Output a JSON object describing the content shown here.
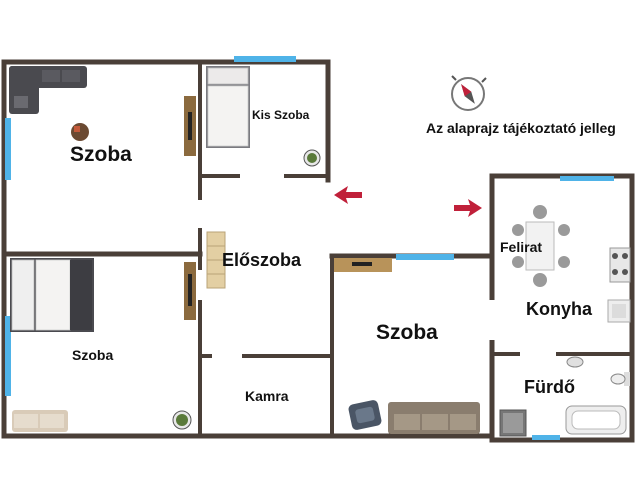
{
  "rooms": {
    "szoba_top_left": "Szoba",
    "kis_szoba": "Kis Szoba",
    "eloszoba": "Előszoba",
    "szoba_bottom_left": "Szoba",
    "kamra": "Kamra",
    "szoba_center": "Szoba",
    "konyha": "Konyha",
    "felirat": "Felirat",
    "furdo": "Fürdő"
  },
  "note": "Az alaprajz tájékoztató jelleg",
  "colors": {
    "wall": "#4a3f38",
    "window": "#4fb3e8",
    "arrow": "#c0203a",
    "wood": "#8b6a3e",
    "sofa": "#4a4a4f",
    "sofa_beige": "#8a7d6e",
    "tile": "#f2f2f2"
  },
  "icons": [
    "compass-icon",
    "entry-arrow-icon",
    "plant-icon",
    "bed-icon",
    "sofa-icon",
    "armchair-icon",
    "dining-table-icon",
    "stove-icon",
    "sink-icon",
    "bathtub-icon",
    "toilet-icon",
    "tv-icon"
  ]
}
